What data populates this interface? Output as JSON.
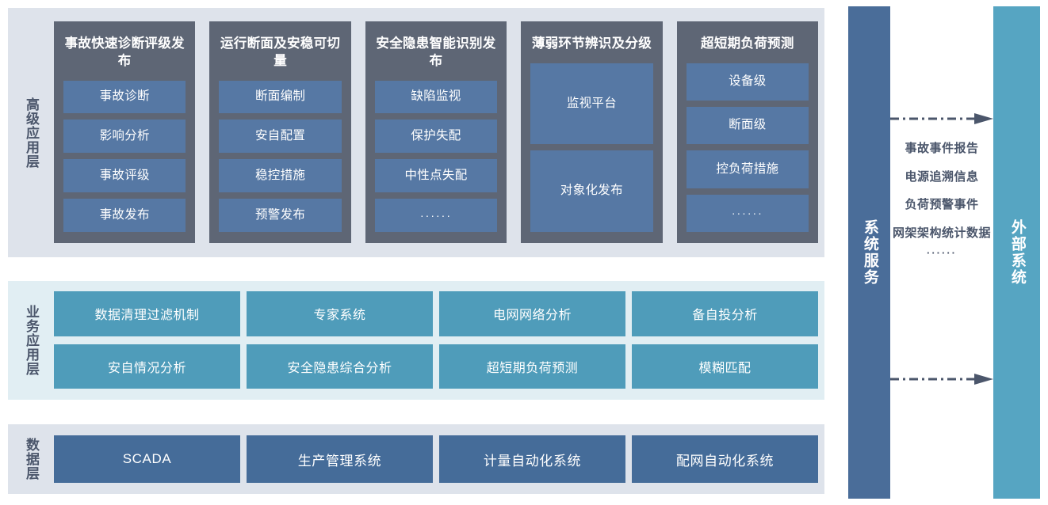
{
  "layers": [
    {
      "id": "advanced",
      "label": "高级应用层",
      "cards": [
        {
          "title": "事故快速诊断评级发布",
          "items": [
            "事故诊断",
            "影响分析",
            "事故评级",
            "事故发布"
          ]
        },
        {
          "title": "运行断面及安稳可切量",
          "items": [
            "断面编制",
            "安自配置",
            "稳控措施",
            "预警发布"
          ]
        },
        {
          "title": "安全隐患智能识别发布",
          "items": [
            "缺陷监视",
            "保护失配",
            "中性点失配",
            "······"
          ]
        },
        {
          "title": "薄弱环节辨识及分级",
          "items": [
            "监视平台",
            "对象化发布"
          ]
        },
        {
          "title": "超短期负荷预测",
          "items": [
            "设备级",
            "断面级",
            "控负荷措施",
            "······"
          ]
        }
      ]
    },
    {
      "id": "business",
      "label": "业务应用层",
      "items": [
        "数据清理过滤机制",
        "专家系统",
        "电网网络分析",
        "备自投分析",
        "安自情况分析",
        "安全隐患综合分析",
        "超短期负荷预测",
        "模糊匹配"
      ]
    },
    {
      "id": "data",
      "label": "数据层",
      "items": [
        "SCADA",
        "生产管理系统",
        "计量自动化系统",
        "配网自动化系统"
      ]
    }
  ],
  "side": {
    "service_bar_label": "系统服务",
    "external_bar_label": "外部系统",
    "flow_labels": [
      "事故事件报告",
      "电源追溯信息",
      "负荷预警事件",
      "网架架构统计数据",
      "······"
    ]
  },
  "colors": {
    "band_gray": "#dee3eb",
    "band_teal": "#e1eef3",
    "card_dark": "#5e6675",
    "tile_blue": "#5678a4",
    "tile_teal": "#4f9cba",
    "tile_navy": "#456c99",
    "bar_service": "#4a6d99",
    "bar_external": "#56a5c2",
    "text_dark": "#4b566b"
  }
}
